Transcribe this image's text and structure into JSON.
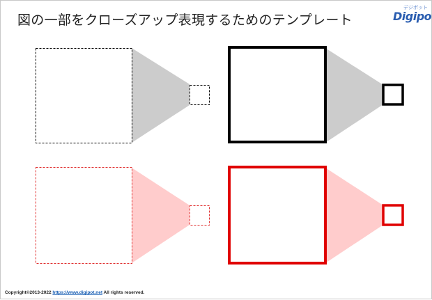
{
  "page": {
    "title": "図の一部をクローズアップ表現するためのテンプレート"
  },
  "logo": {
    "text": "Digipot",
    "subtext": "デジポット"
  },
  "footer": {
    "prefix": "Copyright©2013-2022 ",
    "link": "https://www.digipot.net",
    "suffix": " All rights reserved."
  },
  "colors": {
    "black": "#000000",
    "red": "#e00000",
    "gray_fill": "#cccccc",
    "pink_fill": "#ffcccc",
    "pink_dashed": "#e03030"
  },
  "templates": [
    {
      "name": "dashed-black",
      "border": "dashed",
      "color": "black",
      "fill": "gray"
    },
    {
      "name": "solid-black",
      "border": "solid",
      "color": "black",
      "fill": "gray"
    },
    {
      "name": "dashed-red",
      "border": "dashed",
      "color": "red",
      "fill": "pink"
    },
    {
      "name": "solid-red",
      "border": "solid",
      "color": "red",
      "fill": "pink"
    }
  ]
}
